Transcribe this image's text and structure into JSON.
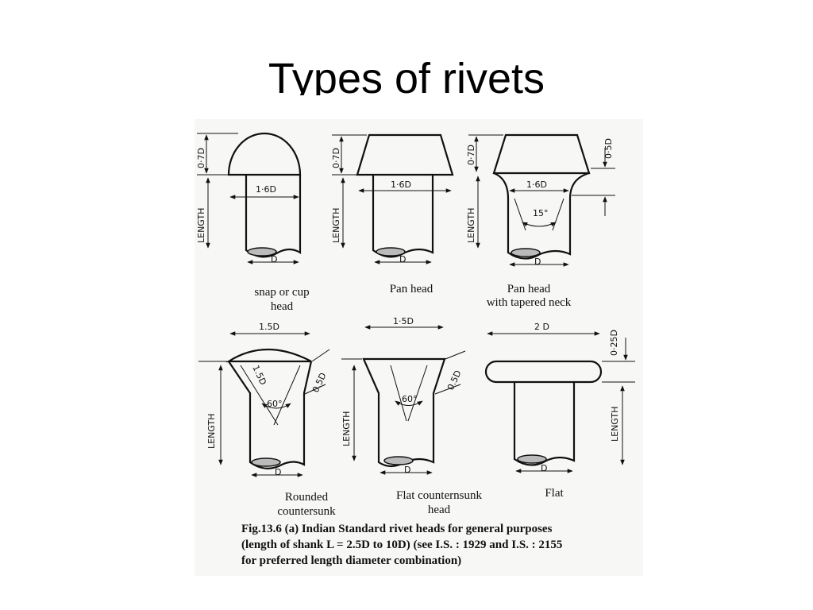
{
  "slide": {
    "title": "Types of rivets"
  },
  "figure": {
    "dims": {
      "h07": "0·7D",
      "w16": "1·6D",
      "length": "LENGTH",
      "d": "D",
      "h05": "0·5D",
      "angle15": "15°",
      "w15": "1.5D",
      "w15b": "1·5D",
      "r15": "1.5D",
      "s05": "0.5D",
      "angle60": "60°",
      "w2": "2 D",
      "h025": "0·25D"
    },
    "rivets": [
      {
        "name_lines": [
          "snap or cup",
          "head"
        ]
      },
      {
        "name_lines": [
          "Pan head"
        ]
      },
      {
        "name_lines": [
          "Pan head",
          "with tapered neck"
        ]
      },
      {
        "name_lines": [
          "Rounded",
          "countersunk"
        ]
      },
      {
        "name_lines": [
          "Flat counternsunk",
          "head"
        ]
      },
      {
        "name_lines": [
          "Flat"
        ]
      }
    ],
    "caption_lines": [
      "Fig.13.6  (a) Indian Standard rivet heads for general purposes",
      "(length of shank L = 2.5D to 10D)  (see I.S. : 1929 and I.S. : 2155",
      "for preferred  length diameter combination)"
    ]
  }
}
